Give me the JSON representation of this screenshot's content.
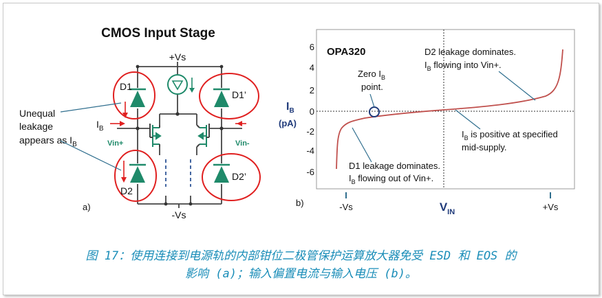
{
  "panel_a": {
    "title": "CMOS Input Stage",
    "plus_vs": "+Vs",
    "minus_vs": "-Vs",
    "d1": "D1",
    "d1p": "D1’",
    "d2": "D2",
    "d2p": "D2’",
    "ib_sym": "I",
    "ib_sub": "B",
    "vin_plus": "Vin+",
    "vin_minus": "Vin-",
    "annot_line1": "Unequal",
    "annot_line2": "leakage",
    "annot_line3": "appears as I",
    "annot_sub": "B",
    "label": "a)"
  },
  "panel_b": {
    "label": "b)",
    "device": "OPA320",
    "ylabel_sym": "I",
    "ylabel_sub": "B",
    "yunit": "(pA)",
    "xlabel_sym": "V",
    "xlabel_sub": "IN",
    "xticks": [
      "-Vs",
      "+Vs"
    ],
    "yticks": [
      "6",
      "4",
      "2",
      "0",
      "-2",
      "-4",
      "-6"
    ],
    "zero_line1": "Zero I",
    "zero_sub": "B",
    "zero_line2": "point.",
    "d2_line1": "D2 leakage dominates.",
    "d2_line2a": "I",
    "d2_line2sub": "B",
    "d2_line2b": " flowing into Vin+.",
    "mid_line1a": "I",
    "mid_line1sub": "B",
    "mid_line1b": " is positive at specified",
    "mid_line2": "mid-supply.",
    "d1_line1": "D1 leakage dominates.",
    "d1_line2a": "I",
    "d1_line2sub": "B",
    "d1_line2b": " flowing out of Vin+."
  },
  "colors": {
    "diode": "#1f8a6a",
    "highlight": "#e02020",
    "curve": "#c0504d",
    "caption": "#1a8db8",
    "marker": "#1f3a7a"
  },
  "caption": {
    "line1": "图 17：使用连接到电源轨的内部钳位二极管保护运算放大器免受 ESD 和 EOS 的",
    "line2": "影响 (a)；输入偏置电流与输入电压 (b)。"
  }
}
